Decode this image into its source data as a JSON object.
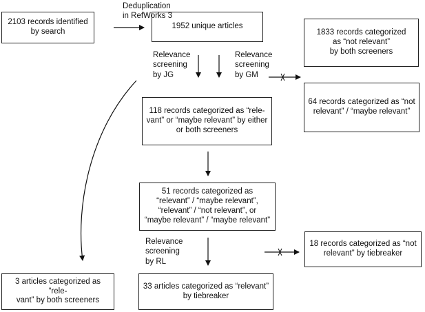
{
  "nodes": {
    "search": "2103 records identified\nby search",
    "unique": "1952 unique articles",
    "excluded_both": "1833 records categorized\nas “not relevant”\nby both screeners",
    "excluded_either": "64 records categorized as “not\nrelevant” / “maybe relevant”",
    "either_relevant": "118 records categorized as “rele-\nvant” or “maybe relevant” by either\nor both screeners",
    "tiebreak_pool": "51 records categorized as\n“relevant” / “maybe relevant”,\n“relevant” / “not relevant”, or\n“maybe relevant” / “maybe relevant”",
    "tiebreak_excluded": "18 records categorized as “not\nrelevant” by tiebreaker",
    "both_relevant": "3 articles categorized as “rele-\nvant” by both screeners",
    "tiebreak_relevant": "33 articles categorized as “relevant”\nby tiebreaker"
  },
  "labels": {
    "dedup": "Deduplication\nin RefWorks 3",
    "screen_jg": "Relevance\nscreening\nby JG",
    "screen_gm": "Relevance\nscreening\nby GM",
    "screen_rl": "Relevance\nscreening\nby RL"
  }
}
